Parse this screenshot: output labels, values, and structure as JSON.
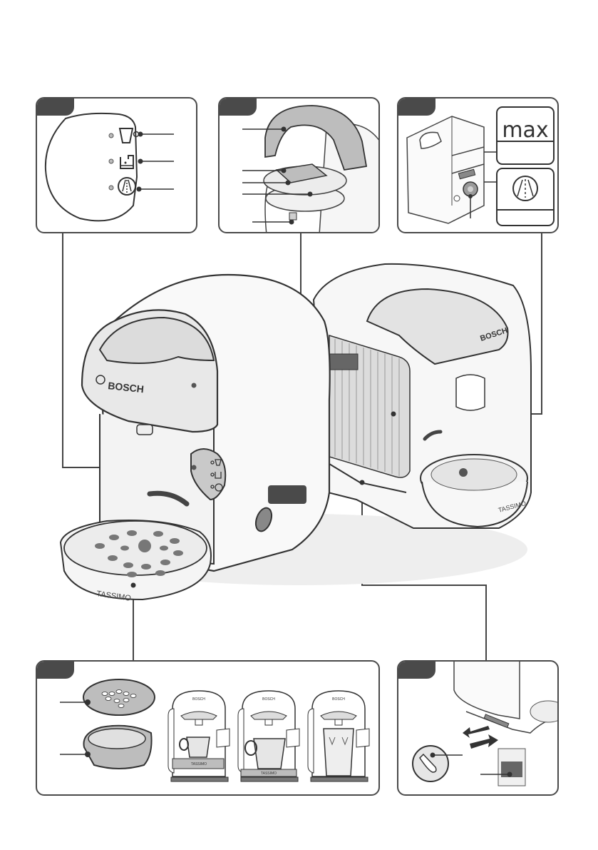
{
  "page": {
    "title": "Appliance overview illustration",
    "colors": {
      "outline": "#4a4a4a",
      "fill_light": "#e6e6e6",
      "fill_mid": "#cfcfcf",
      "fill_dark": "#4a4a4a",
      "background": "#ffffff"
    }
  },
  "panels": [
    {
      "id": "panel-1",
      "tab_label": "",
      "description": "Control panel indicators",
      "callouts": 3,
      "icons": [
        "cup-indicator-icon",
        "water-tank-indicator-icon",
        "descaling-indicator-icon"
      ]
    },
    {
      "id": "panel-2",
      "tab_label": "",
      "description": "Brewing unit opened",
      "callouts": 5
    },
    {
      "id": "panel-3",
      "tab_label": "",
      "description": "Water tank",
      "callouts": 1,
      "max_label": "max",
      "icons": [
        "descaling-indicator-icon"
      ]
    },
    {
      "id": "panel-4",
      "tab_label": "",
      "description": "Drip tray and cup positions",
      "callouts": 2
    },
    {
      "id": "panel-5",
      "tab_label": "",
      "description": "Cable storage and service disc",
      "callouts": 2
    }
  ],
  "machine": {
    "brand_label": "BOSCH",
    "tray_label": "TASSIMO",
    "tray_label_small": "TASSIMO"
  },
  "mini_machines": [
    {
      "brand": "BOSCH",
      "tray": "TASSIMO",
      "cup": "small-cup"
    },
    {
      "brand": "BOSCH",
      "tray": "TASSIMO",
      "cup": "large-cup"
    },
    {
      "brand": "BOSCH",
      "tray": "",
      "cup": "tall-glass"
    }
  ]
}
